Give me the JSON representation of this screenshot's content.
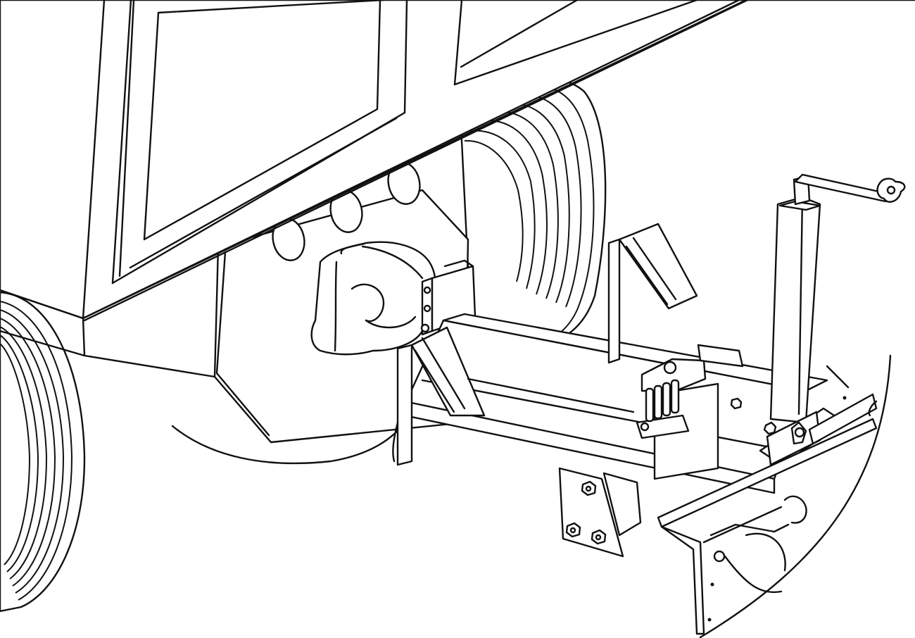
{
  "drawing": {
    "style": "monochrome technical line illustration",
    "stroke_color": "#111111",
    "background_color": "#ffffff",
    "subject_parts": [
      "trailer-body",
      "trailer-frame-rail",
      "left-tire",
      "rear-tires",
      "hitch-coupler",
      "tow-tongue",
      "tongue-jack",
      "jack-crank-handle",
      "mount-plate",
      "safety-chain-bracket",
      "hinge-bracket",
      "gusset-brackets",
      "rear-cross-member",
      "detail-view-boundary"
    ]
  }
}
